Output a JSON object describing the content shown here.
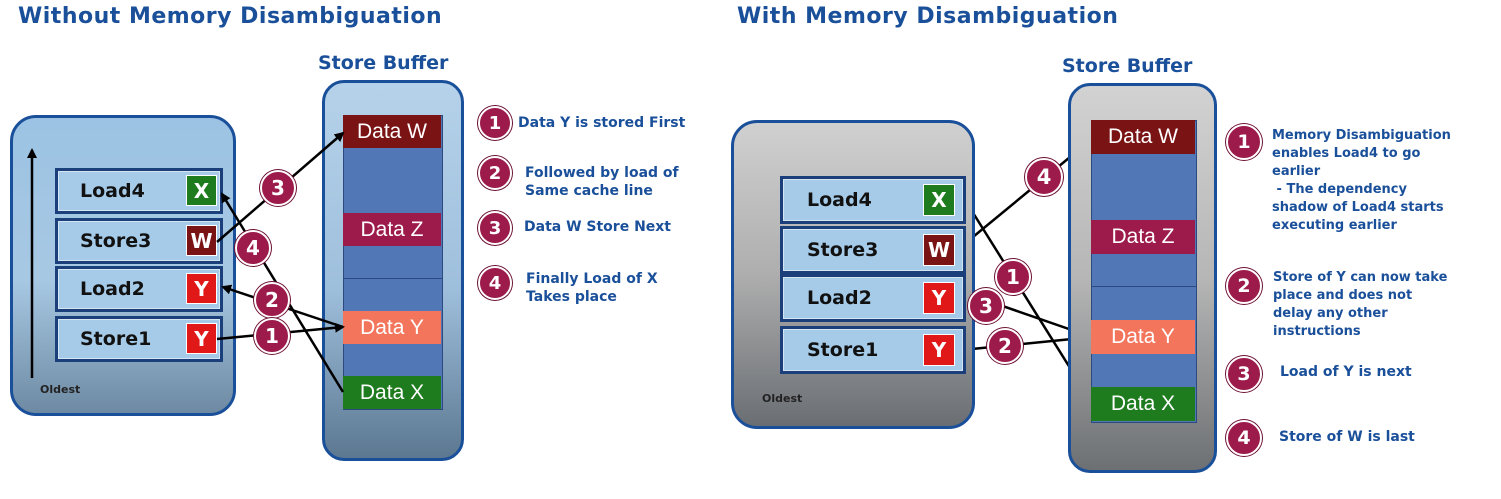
{
  "left": {
    "title": "Without Memory Disambiguation",
    "store_buffer_title": "Store Buffer",
    "oldest_label": "Oldest",
    "instructions": [
      {
        "label": "Load4",
        "tag": "X",
        "tag_color": "#1e7b1e"
      },
      {
        "label": "Store3",
        "tag": "W",
        "tag_color": "#7a1414"
      },
      {
        "label": "Load2",
        "tag": "Y",
        "tag_color": "#e01818"
      },
      {
        "label": "Store1",
        "tag": "Y",
        "tag_color": "#e01818"
      }
    ],
    "buffer_entries": [
      {
        "label": "Data W",
        "color": "#7a1414"
      },
      {
        "label": "Data Z",
        "color": "#9c1b4b"
      },
      {
        "label": "Data Y",
        "color": "#f2755c"
      },
      {
        "label": "Data X",
        "color": "#1e7b1e"
      }
    ],
    "arrow_circles": [
      "3",
      "4",
      "2",
      "1"
    ],
    "steps": [
      {
        "num": "1",
        "text": "Data Y is stored First"
      },
      {
        "num": "2",
        "text": "Followed by load of\nSame cache line"
      },
      {
        "num": "3",
        "text": "Data W Store Next"
      },
      {
        "num": "4",
        "text": "Finally Load of X\nTakes place"
      }
    ]
  },
  "right": {
    "title": "With Memory Disambiguation",
    "store_buffer_title": "Store Buffer",
    "oldest_label": "Oldest",
    "instructions": [
      {
        "label": "Load4",
        "tag": "X",
        "tag_color": "#1e7b1e"
      },
      {
        "label": "Store3",
        "tag": "W",
        "tag_color": "#7a1414"
      },
      {
        "label": "Load2",
        "tag": "Y",
        "tag_color": "#e01818"
      },
      {
        "label": "Store1",
        "tag": "Y",
        "tag_color": "#e01818"
      }
    ],
    "buffer_entries": [
      {
        "label": "Data W",
        "color": "#7a1414"
      },
      {
        "label": "Data Z",
        "color": "#9c1b4b"
      },
      {
        "label": "Data Y",
        "color": "#f2755c"
      },
      {
        "label": "Data X",
        "color": "#1e7b1e"
      }
    ],
    "arrow_circles": [
      "4",
      "1",
      "3",
      "2"
    ],
    "steps": [
      {
        "num": "1",
        "text": "Memory Disambiguation\nenables Load4 to go\nearlier\n - The dependency\nshadow of Load4 starts\nexecuting earlier"
      },
      {
        "num": "2",
        "text": "Store of Y can now take\nplace and does not\ndelay any other\ninstructions"
      },
      {
        "num": "3",
        "text": "Load of Y is next"
      },
      {
        "num": "4",
        "text": "Store of W is last"
      }
    ]
  }
}
